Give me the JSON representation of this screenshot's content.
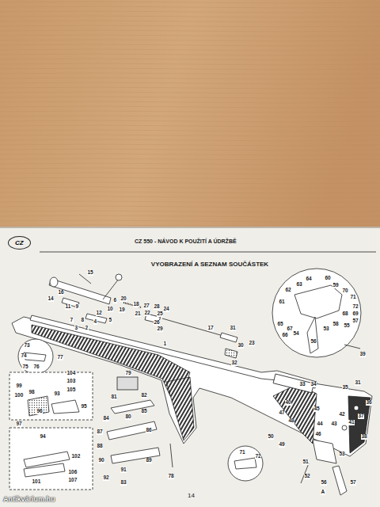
{
  "diagram": {
    "title": "VYOBRAZENÍ A SEZNAM SOUČÁSTEK",
    "nodes": [
      {
        "text": [
          "CZ"
        ]
      }
    ],
    "labels": [
      "CZ 550 - NÁVOD K POUŽITÍ A ÚDRŽBĚ",
      "15",
      "16",
      "14",
      "9",
      "11",
      "7",
      "8",
      "4",
      "3",
      "2",
      "12",
      "5",
      "10",
      "6",
      "20",
      "19",
      "18",
      "21",
      "22",
      "27",
      "28",
      "25",
      "24",
      "26",
      "29",
      "17",
      "1",
      "31",
      "30",
      "23",
      "32",
      "73",
      "74",
      "76",
      "75",
      "77",
      "104",
      "103",
      "105",
      "99",
      "100",
      "98",
      "93",
      "96",
      "95",
      "97",
      "94",
      "101",
      "102",
      "106",
      "107",
      "79",
      "81",
      "82",
      "80",
      "84",
      "85",
      "86",
      "87",
      "88",
      "90",
      "91",
      "92",
      "89",
      "83",
      "78",
      "61",
      "62",
      "63",
      "64",
      "60",
      "59",
      "70",
      "71",
      "72",
      "58",
      "53",
      "54",
      "56",
      "66",
      "65",
      "67",
      "55",
      "57",
      "69",
      "68",
      "39",
      "40",
      "33",
      "34",
      "35",
      "31",
      "36",
      "37",
      "38",
      "41",
      "42",
      "43",
      "44",
      "45",
      "46",
      "47",
      "48",
      "50",
      "49",
      "51",
      "52",
      "53",
      "57",
      "56",
      "A",
      "71",
      "72",
      "14",
      "Antikvárium.hu"
    ]
  }
}
